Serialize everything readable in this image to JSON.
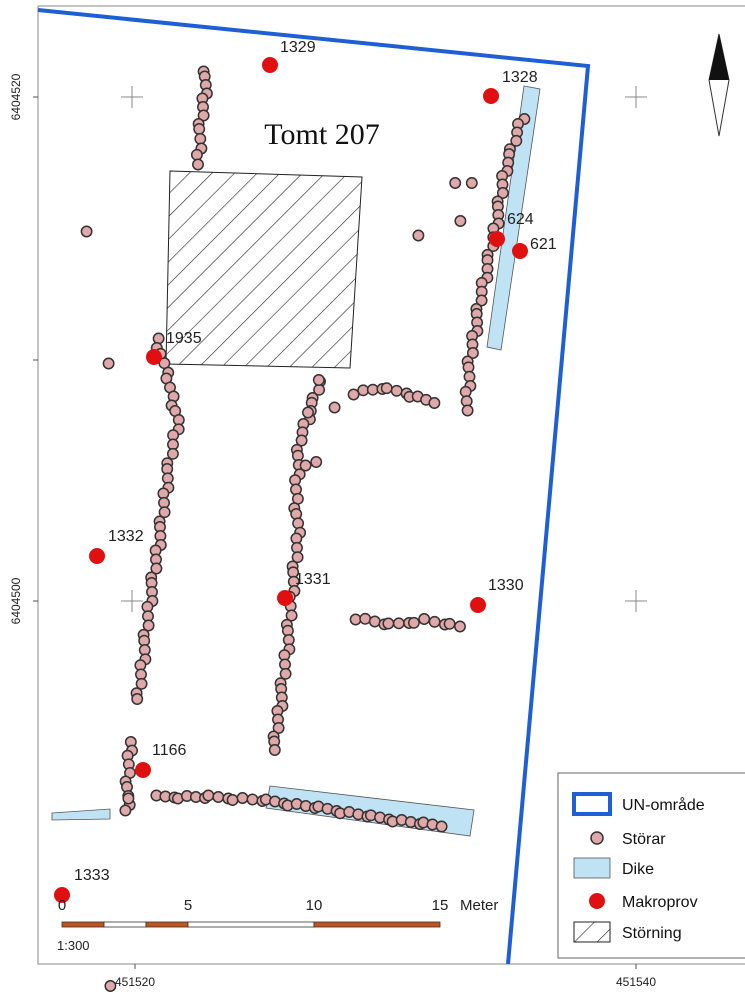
{
  "title": "Tomt 207",
  "axes": {
    "y_ticks": [
      "6404520",
      "6404500"
    ],
    "x_ticks": [
      "451520",
      "451540"
    ]
  },
  "samples": [
    {
      "label": "1329"
    },
    {
      "label": "1328"
    },
    {
      "label": "624"
    },
    {
      "label": "621"
    },
    {
      "label": "1935"
    },
    {
      "label": "1332"
    },
    {
      "label": "1331"
    },
    {
      "label": "1330"
    },
    {
      "label": "1166"
    },
    {
      "label": "1333"
    }
  ],
  "scale_bar": {
    "ticks": [
      "0",
      "5",
      "10",
      "15"
    ],
    "unit": "Meter",
    "ratio": "1:300"
  },
  "legend": {
    "items": [
      {
        "label": "UN-område"
      },
      {
        "label": "Störar"
      },
      {
        "label": "Dike"
      },
      {
        "label": "Makroprov"
      },
      {
        "label": "Störning"
      }
    ]
  },
  "colors": {
    "boundary": "#1f5fd6",
    "post": "#e0a8a8",
    "post_stroke": "#333333",
    "ditch": "#bfe3f5",
    "sample": "#e01010"
  },
  "north_arrow_icon": "north-arrow-icon"
}
